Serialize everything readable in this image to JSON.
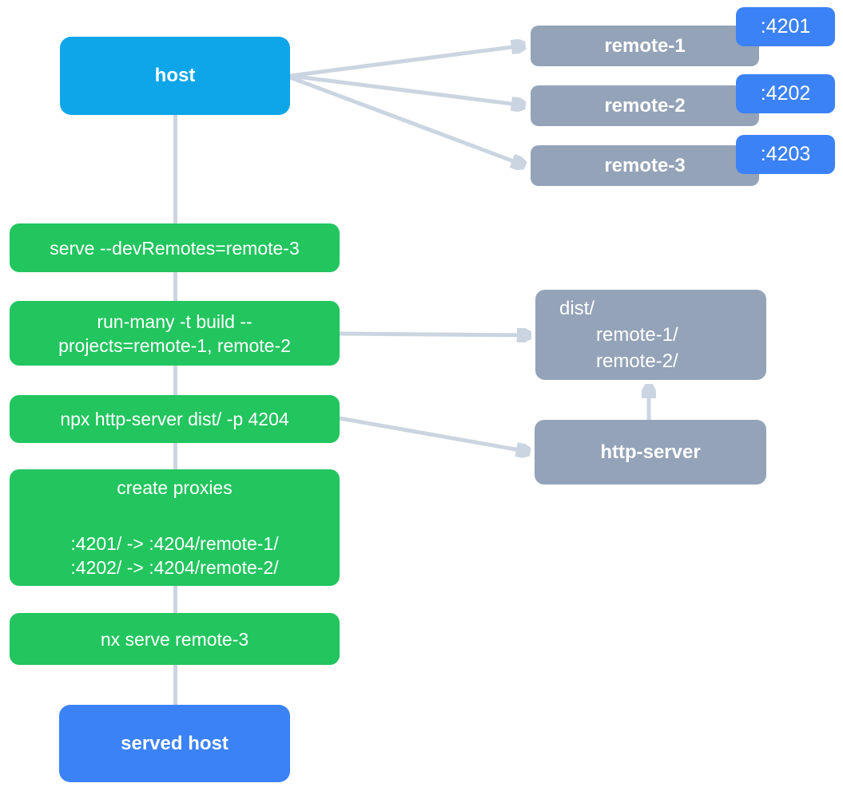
{
  "colors": {
    "host_cyan": "#0ea5e9",
    "badge_blue": "#3b82f6",
    "served_host_blue": "#3b82f6",
    "command_green": "#22c55e",
    "node_gray": "#94a3b8",
    "connector_gray": "#cbd5e1",
    "text_white": "#ffffff",
    "background": "#ffffff"
  },
  "host": {
    "label": "host"
  },
  "remotes": [
    {
      "label": "remote-1",
      "port": ":4201"
    },
    {
      "label": "remote-2",
      "port": ":4202"
    },
    {
      "label": "remote-3",
      "port": ":4203"
    }
  ],
  "commands": {
    "serve": "serve --devRemotes=remote-3",
    "run_many_line1": "run-many -t build --",
    "run_many_line2": "projects=remote-1, remote-2",
    "http_server": "npx http-server dist/ -p 4204",
    "proxies_title": "create proxies",
    "proxies_rule1": ":4201/ -> :4204/remote-1/",
    "proxies_rule2": ":4202/ -> :4204/remote-2/",
    "nx_serve": "nx serve remote-3"
  },
  "dist": {
    "line1": "dist/",
    "line2": "remote-1/",
    "line3": "remote-2/"
  },
  "http_server": {
    "label": "http-server"
  },
  "served_host": {
    "label": "served host"
  }
}
